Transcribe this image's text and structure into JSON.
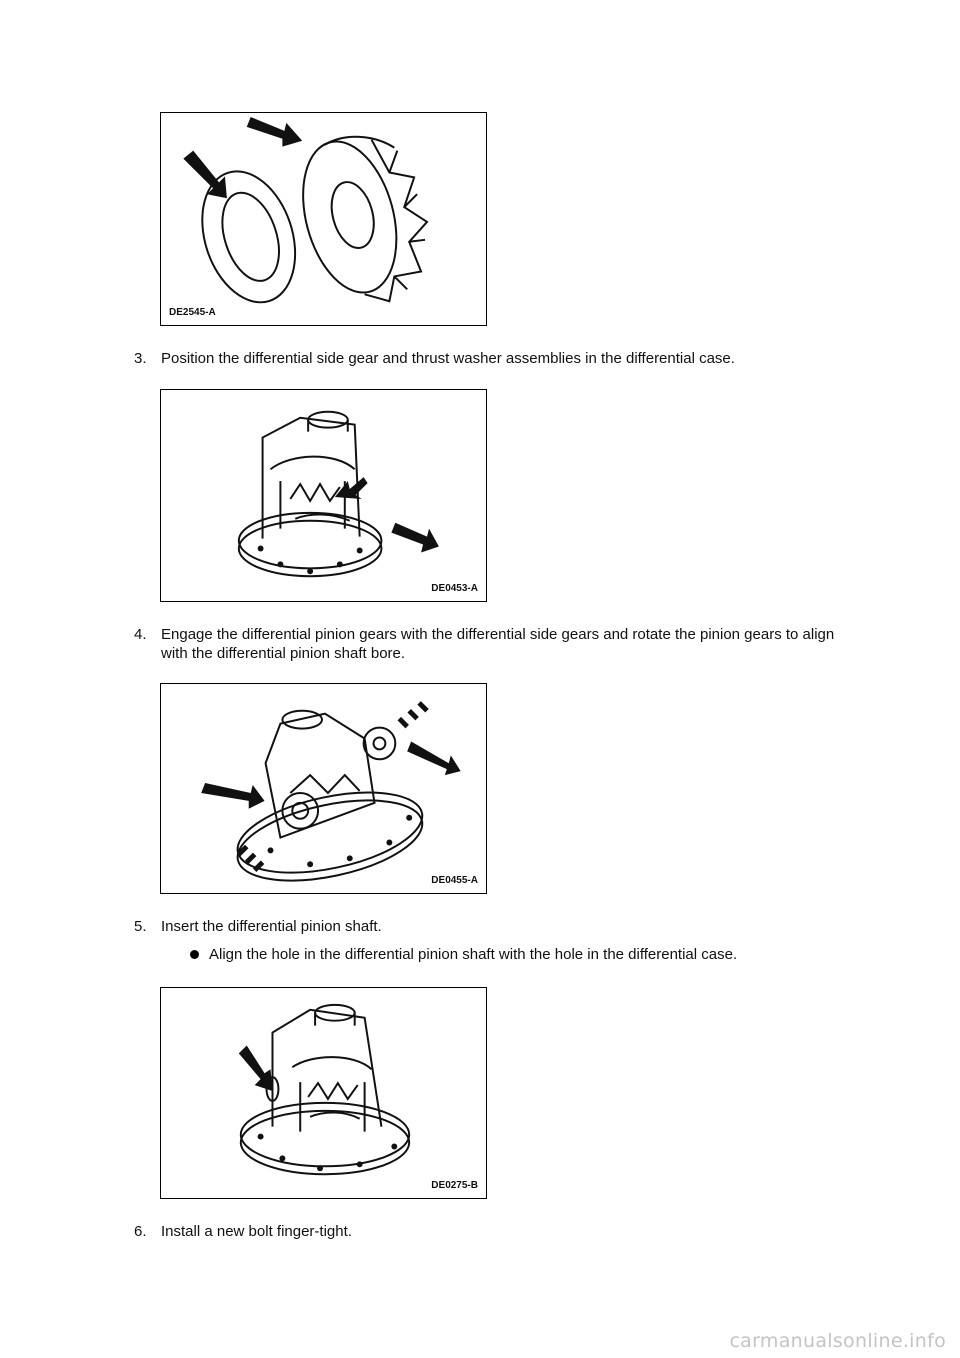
{
  "figures": [
    {
      "code": "DE2545-A"
    },
    {
      "code": "DE0453-A"
    },
    {
      "code": "DE0455-A"
    },
    {
      "code": "DE0275-B"
    }
  ],
  "steps": [
    {
      "number": "3.",
      "text": "Position the differential side gear and thrust washer assemblies in the differential case."
    },
    {
      "number": "4.",
      "text": "Engage the differential pinion gears with the differential side gears and rotate the pinion gears to align with the differential pinion shaft bore."
    },
    {
      "number": "5.",
      "text": "Insert the differential pinion shaft."
    },
    {
      "number": "6.",
      "text": "Install a new bolt finger-tight."
    }
  ],
  "bullets": [
    {
      "text": "Align the hole in the differential pinion shaft with the hole in the differential case."
    }
  ],
  "watermark": "carmanualsonline.info"
}
